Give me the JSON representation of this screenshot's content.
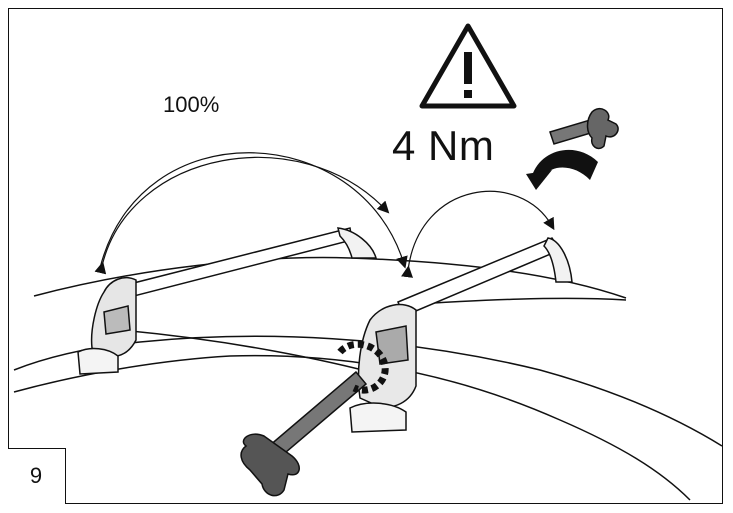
{
  "step": {
    "number": "9"
  },
  "labels": {
    "percent": "100%",
    "torque": "4 Nm"
  },
  "icons": {
    "warning": "warning-triangle-icon",
    "key": "torque-key-icon",
    "rotate": "rotate-arrow-icon"
  }
}
